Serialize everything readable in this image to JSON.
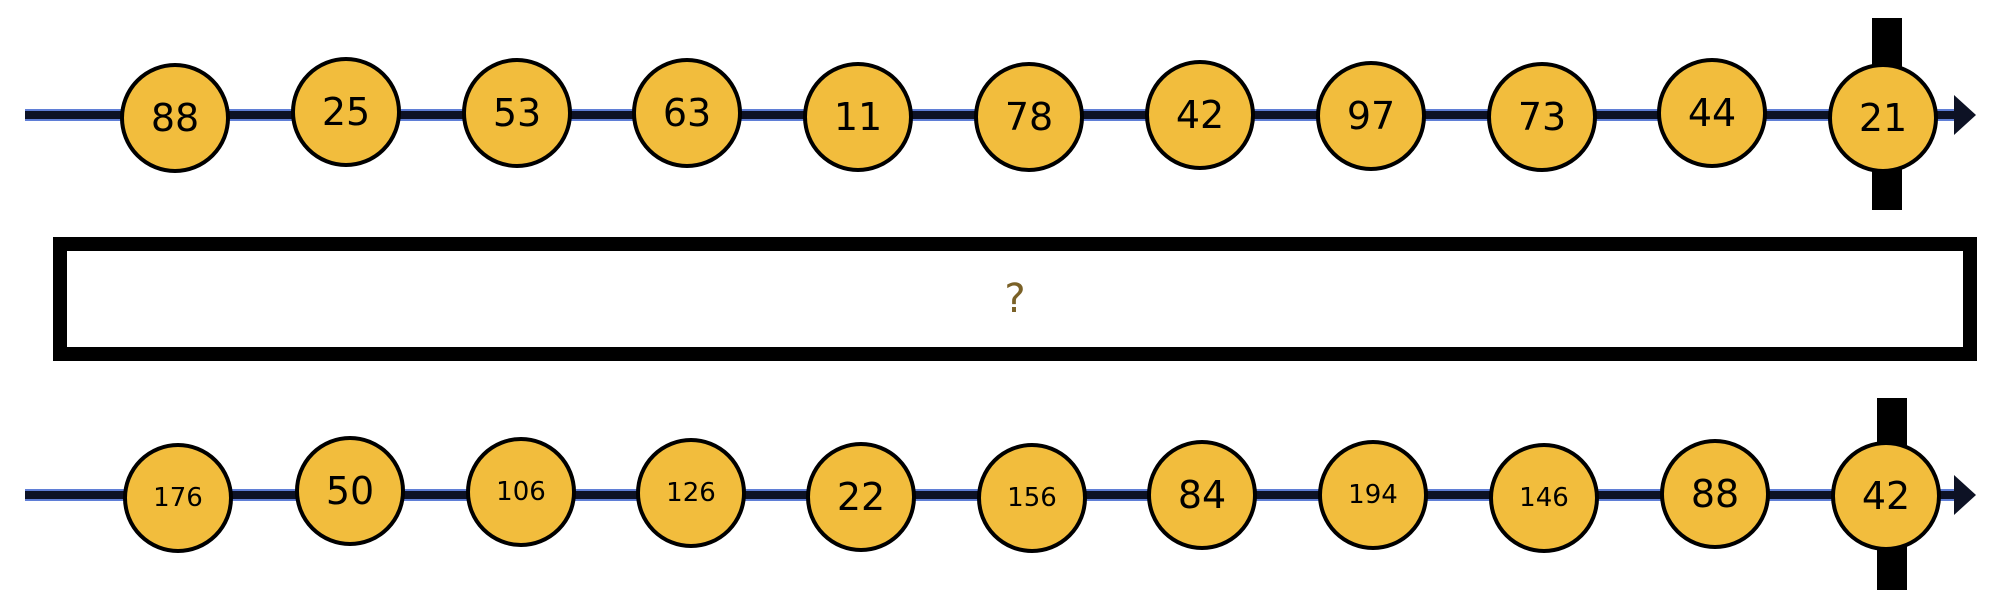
{
  "top_stream": {
    "values": [
      "88",
      "25",
      "53",
      "63",
      "11",
      "78",
      "42",
      "97",
      "73",
      "44",
      "21"
    ]
  },
  "operator": {
    "label": "?"
  },
  "bottom_stream": {
    "values": [
      "176",
      "50",
      "106",
      "126",
      "22",
      "156",
      "84",
      "194",
      "146",
      "88",
      "42"
    ]
  },
  "colors": {
    "marble_fill": "#f2bd3d",
    "marble_stroke": "#000000",
    "line": "#0d1225",
    "line_highlight": "#5f7ed6",
    "operator_text": "#7a6127"
  }
}
